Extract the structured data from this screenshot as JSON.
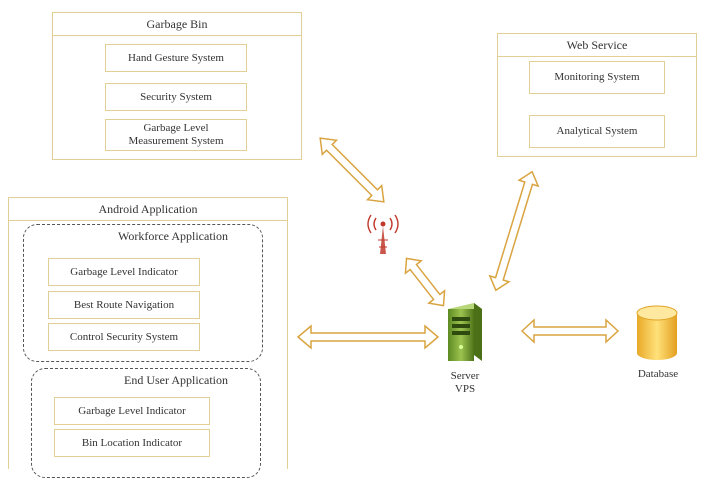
{
  "garbage_bin": {
    "title": "Garbage Bin",
    "items": [
      "Hand Gesture System",
      "Security System",
      "Garbage Level\nMeasurement System"
    ]
  },
  "web_service": {
    "title": "Web Service",
    "items": [
      "Monitoring System",
      "Analytical System"
    ]
  },
  "android_app": {
    "title": "Android Application",
    "workforce": {
      "title": "Workforce Application",
      "items": [
        "Garbage Level Indicator",
        "Best Route Navigation",
        "Control Security System"
      ]
    },
    "end_user": {
      "title": "End User Application",
      "items": [
        "Garbage Level Indicator",
        "Bin Location Indicator"
      ]
    }
  },
  "server": {
    "label": "Server\nVPS",
    "icon": "server-icon"
  },
  "database": {
    "label": "Database",
    "icon": "database-icon"
  },
  "antenna": {
    "icon": "antenna-icon"
  },
  "colors": {
    "box_border": "#e2cf96",
    "arrow_stroke": "#d9a441",
    "arrow_fill": "#ffffff",
    "server_green": "#7ea63a",
    "db_yellow": "#f3c94b"
  }
}
